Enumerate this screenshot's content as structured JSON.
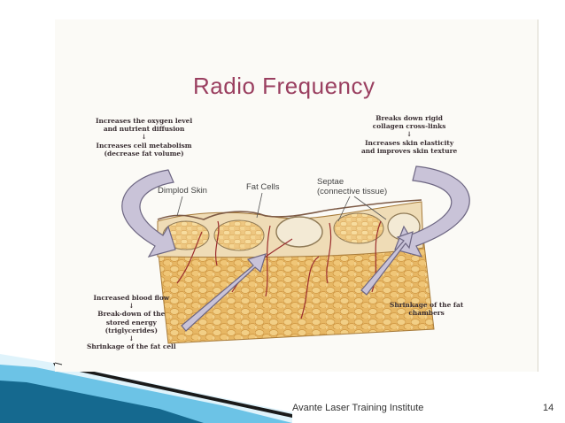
{
  "slide": {
    "title": "Radio Frequency",
    "footer": "Avante Laser Training Institute",
    "page_number": "14"
  },
  "notes": {
    "top_left": [
      "Increases the oxygen level",
      "and nutrient diffusion",
      "↓",
      "Increases cell metabolism",
      "(decrease fat volume)"
    ],
    "top_right": [
      "Breaks down rigid",
      "collagen cross-links",
      "↓",
      "Increases skin elasticity",
      "and improves skin texture"
    ],
    "bottom_left": [
      "Increased blood flow",
      "↓",
      "Break-down of the",
      "stored energy",
      "(triglycerides)",
      "↓",
      "Shrinkage of the fat cell"
    ],
    "bottom_right": [
      "Shrinkage of the fat",
      "chambers"
    ]
  },
  "labels": {
    "dimpled_skin": "Dimplod Skin",
    "fat_cells": "Fat Cells",
    "septae": "Septae",
    "septae_sub": "(connective tissue)"
  },
  "colors": {
    "title": "#9a3f60",
    "arrow_fill": "#c9c3d8",
    "arrow_stroke": "#6d6682",
    "fat_dark": "#d8a24a",
    "fat_light": "#f1cd83",
    "skin": "#e9d3a9",
    "vessel": "#9b2e2e",
    "ribbon_dark": "#0e4f6e",
    "ribbon_light": "#8fd3ec"
  }
}
